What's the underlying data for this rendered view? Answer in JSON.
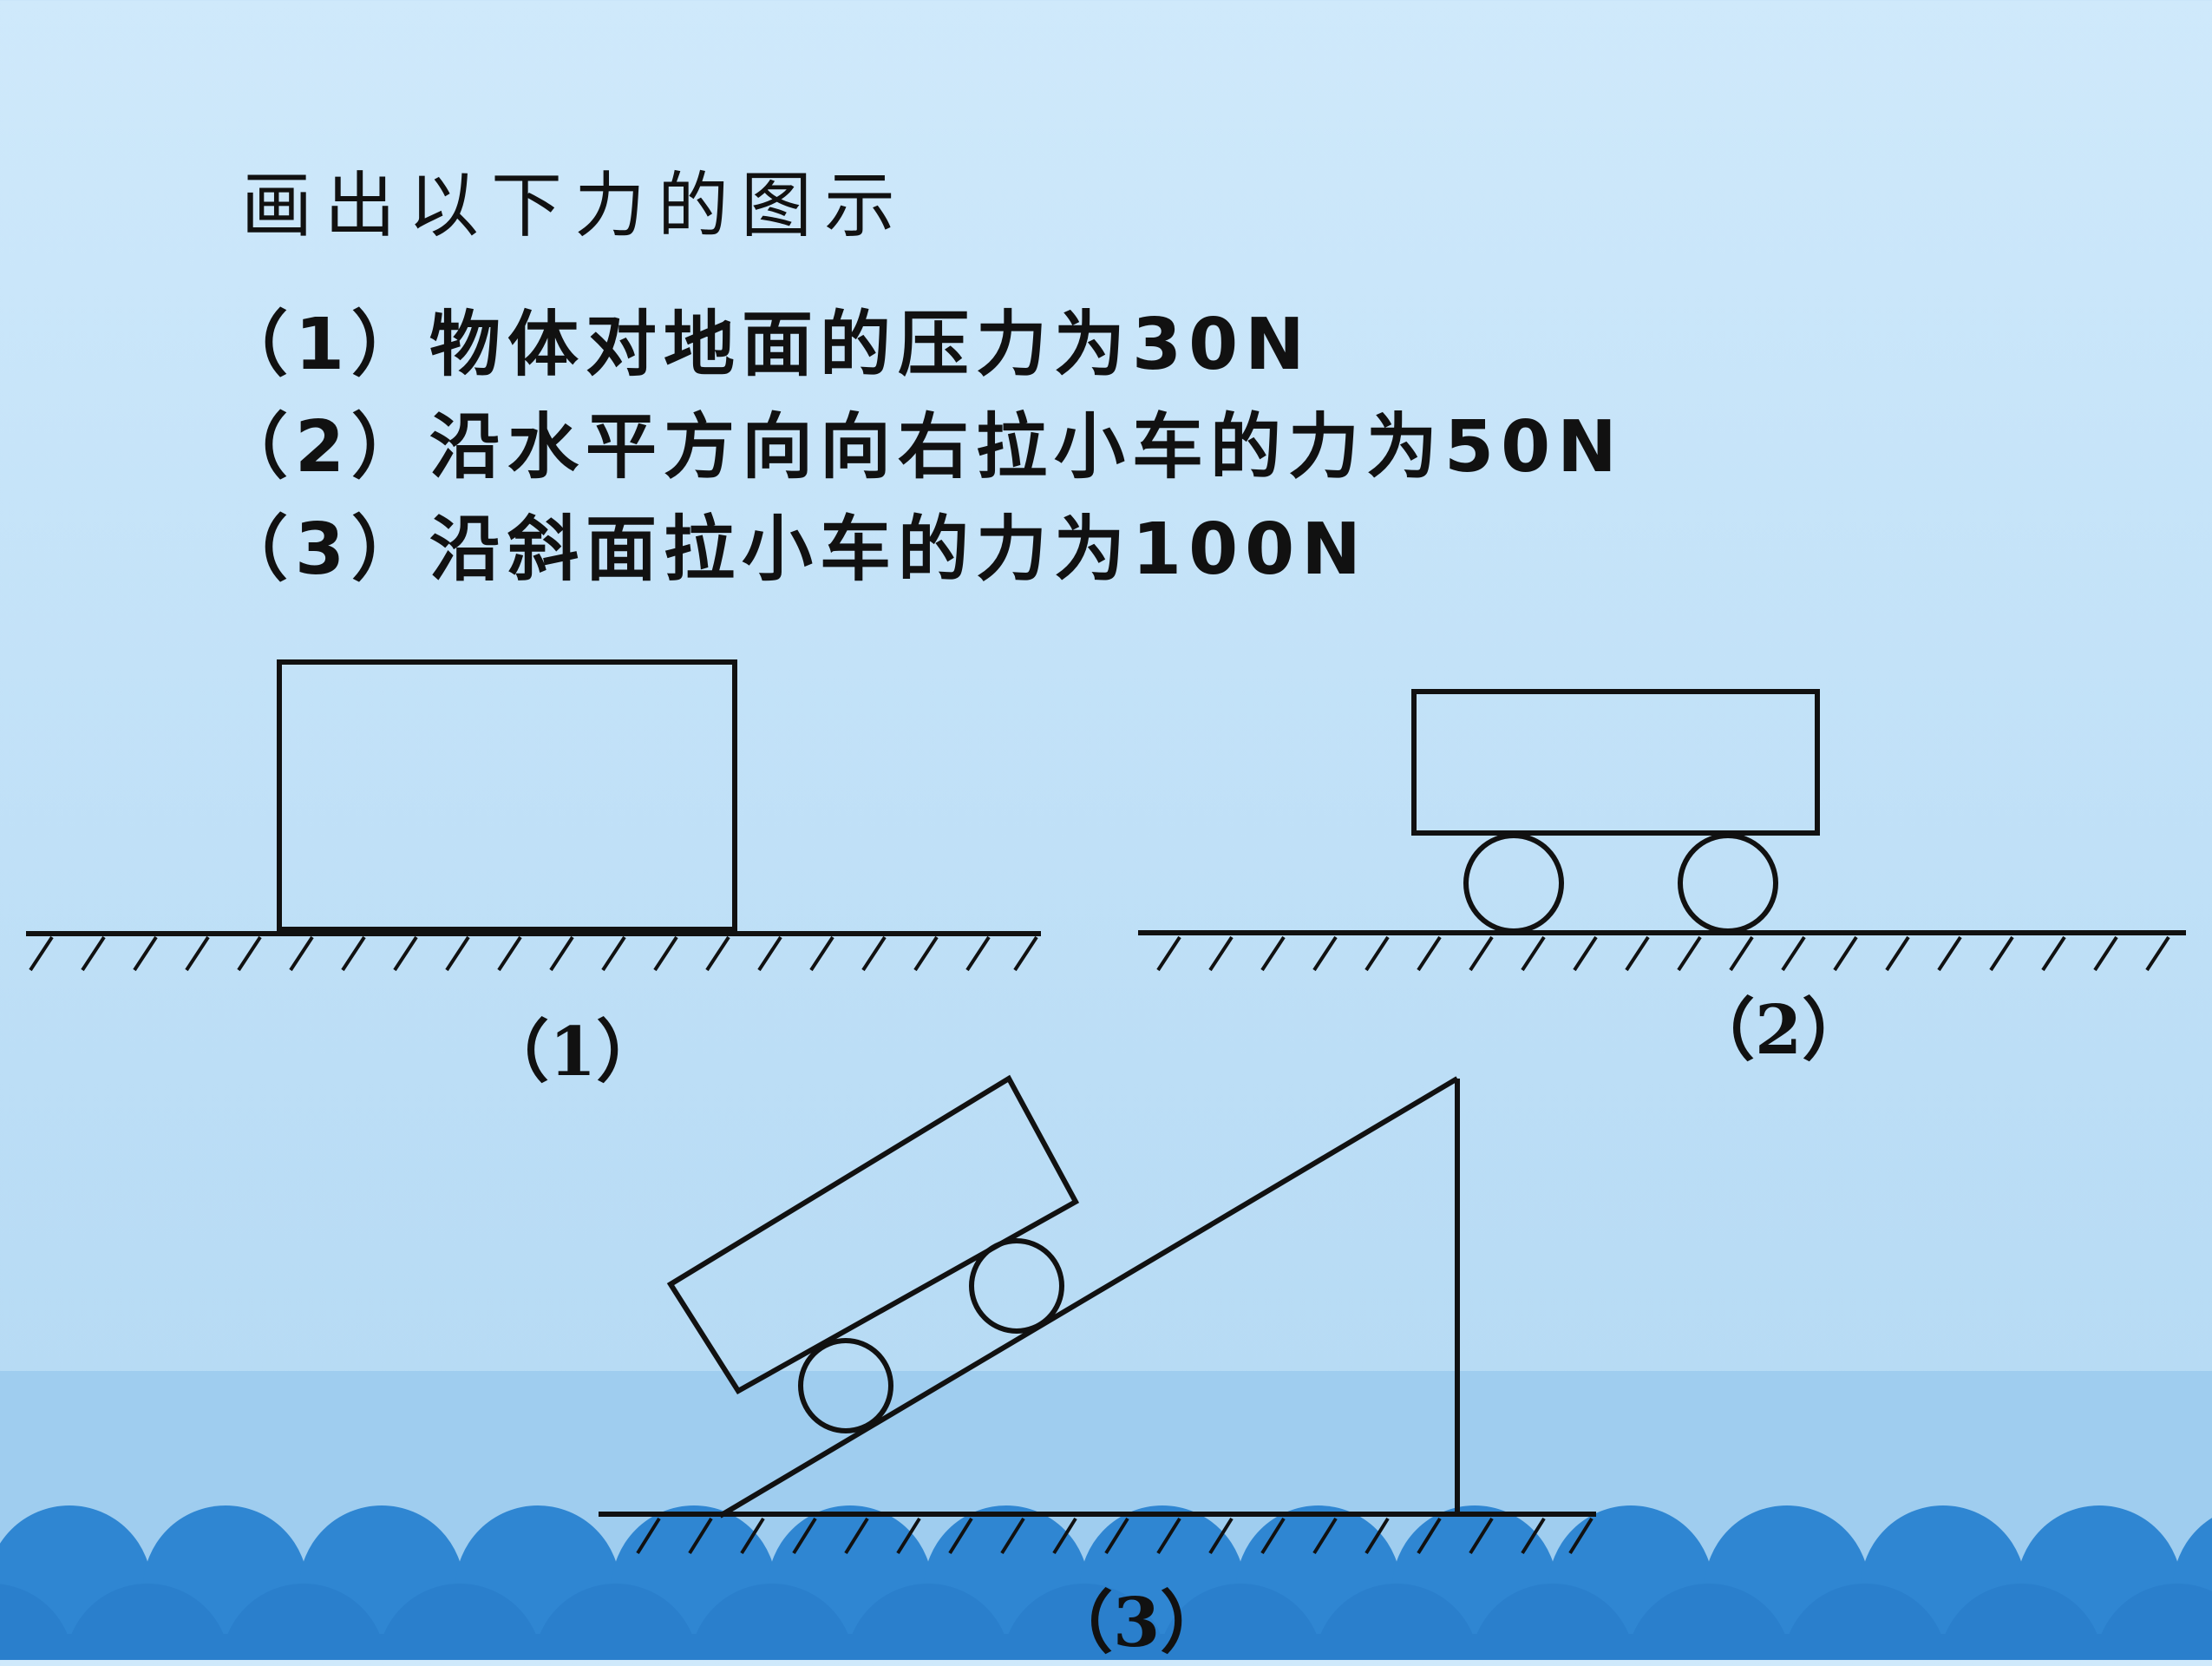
{
  "title": "画出以下力的图示",
  "tasks": [
    "（1）物体对地面的压力为30N",
    "（2）沿水平方向向右拉小车的力为50N",
    "（3）沿斜面拉小车的力为100N"
  ],
  "figure_labels": [
    "（1）",
    "（2）",
    "（3）"
  ],
  "colors": {
    "background": "#c3e2f8",
    "wave_band": "#9fcdef",
    "waves": "#2f86d2",
    "lines": "#111111"
  }
}
